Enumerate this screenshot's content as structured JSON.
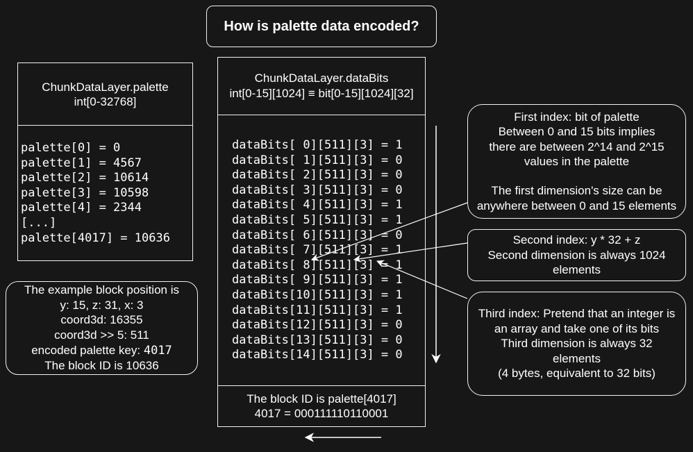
{
  "title": "How is palette data encoded?",
  "palette_box": {
    "header_lines": [
      "ChunkDataLayer.palette",
      "int[0-32768]"
    ],
    "entries": [
      "palette[0] = 0",
      "palette[1] = 4567",
      "palette[2] = 10614",
      "palette[3] = 10598",
      "palette[4] = 2344",
      "[...]",
      "palette[4017] = 10636"
    ]
  },
  "example_box": {
    "lines": [
      "The example block position is",
      "y: 15, z: 31, x: 3",
      "coord3d: 16355",
      "coord3d >> 5: 511",
      "encoded palette key:",
      "The block ID is 10636"
    ],
    "palette_key": "4017"
  },
  "databits_box": {
    "header_lines": [
      "ChunkDataLayer.dataBits",
      "int[0-15][1024] ≡ bit[0-15][1024][32]"
    ],
    "rows": [
      "dataBits[ 0][511][3] = 1",
      "dataBits[ 1][511][3] = 0",
      "dataBits[ 2][511][3] = 0",
      "dataBits[ 3][511][3] = 0",
      "dataBits[ 4][511][3] = 1",
      "dataBits[ 5][511][3] = 1",
      "dataBits[ 6][511][3] = 0",
      "dataBits[ 7][511][3] = 1",
      "dataBits[ 8][511][3] = 1",
      "dataBits[ 9][511][3] = 1",
      "dataBits[10][511][3] = 1",
      "dataBits[11][511][3] = 1",
      "dataBits[12][511][3] = 0",
      "dataBits[13][511][3] = 0",
      "dataBits[14][511][3] = 0"
    ],
    "footer_lines": [
      "The block ID is palette[4017]",
      "4017 = 000111110110001"
    ]
  },
  "notes": {
    "first": {
      "lines_a": [
        "First index: bit of palette",
        "Between 0 and 15 bits implies",
        "there are between 2^14 and 2^15",
        "values in the palette"
      ],
      "lines_b": [
        "The first dimension's size can be",
        "anywhere between 0 and 15 elements"
      ]
    },
    "second": {
      "lines": [
        "Second index: y * 32 + z",
        "Second dimension is always 1024",
        "elements"
      ]
    },
    "third": {
      "lines": [
        "Third index: Pretend that an integer is",
        "an array and take one of its bits",
        "Third dimension is always 32",
        "elements",
        "(4 bytes, equivalent to 32 bits)"
      ]
    }
  },
  "colors": {
    "background": "#171717",
    "foreground": "#ffffff"
  }
}
